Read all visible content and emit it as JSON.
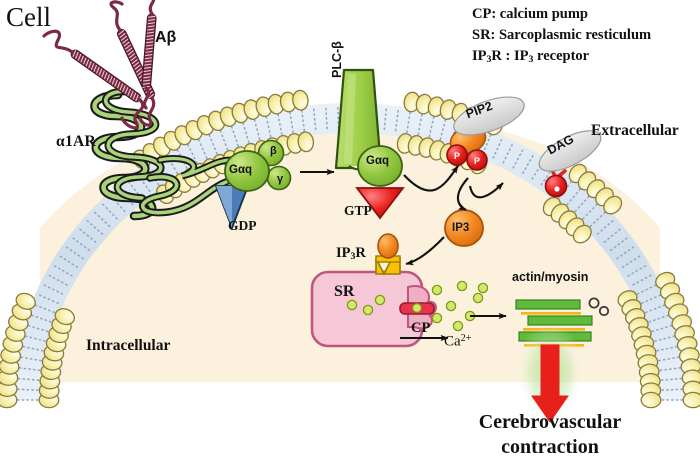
{
  "title": "Cell",
  "legend": {
    "cp": "CP: calcium pump",
    "sr": "SR: Sarcoplasmic resticulum",
    "ip3r_pre": "IP",
    "ip3r_sub": "3",
    "ip3r_post": "R  :  IP",
    "ip3r_sub2": "3",
    "ip3r_end": " receptor",
    "line3_plain": "IP3R : IP3 receptor"
  },
  "labels": {
    "abeta": "Aβ",
    "receptor": "α1AR",
    "extracellular": "Extracellular",
    "intracellular": "Intracellular",
    "gdp": "GDP",
    "gtp": "GTP",
    "plc_beta": "PLC-β",
    "pip2": "PIP2",
    "dag": "DAG",
    "ip3": "IP3",
    "ip3r": "IP3R",
    "ip3r_base": "IP",
    "ip3r_sub": "3",
    "ip3r_tail": "R",
    "sr": "SR",
    "cp": "CP",
    "calcium": "Ca",
    "calcium_sup": "2+",
    "actin_myosin": "actin/myosin",
    "outcome_line1": "Cerebrovascular",
    "outcome_line2": "contraction",
    "gaq": "Gαq",
    "gaq2": "Gαq",
    "beta_subunit": "β",
    "gamma_subunit": "γ",
    "phosphate": "P"
  },
  "colors": {
    "cytoplasm": "#FBF1DC",
    "lipid_head": "#F7EFA8",
    "lipid_head_stroke": "#8A7A3E",
    "lipid_tail": "#D8E4EF",
    "membrane_fill": "#DCE7F2",
    "abeta": "#7A2A42",
    "receptor_green": "#9CCB6B",
    "gprotein_green": "#8CC63F",
    "plc_green": "#A6D24E",
    "gdp_blue": "#3F6FA8",
    "gtp_red": "#CC2027",
    "ip3_orange": "#F07D22",
    "sr_pink": "#F4C2D0",
    "sr_stroke": "#C25B84",
    "calcium_dot": "#D4E96A",
    "actin_green": "#5FBB3B",
    "myosin_yellow": "#F5B712",
    "arrow_red": "#E8201C",
    "glow_green": "#9FD67A",
    "label_ellipse": "#DCDCDC",
    "text": "#111111"
  },
  "structures": {
    "abeta_helices": 3,
    "ca_dots_cytosol": 8,
    "ca_dots_sr": 3,
    "actin_bars": 3
  }
}
